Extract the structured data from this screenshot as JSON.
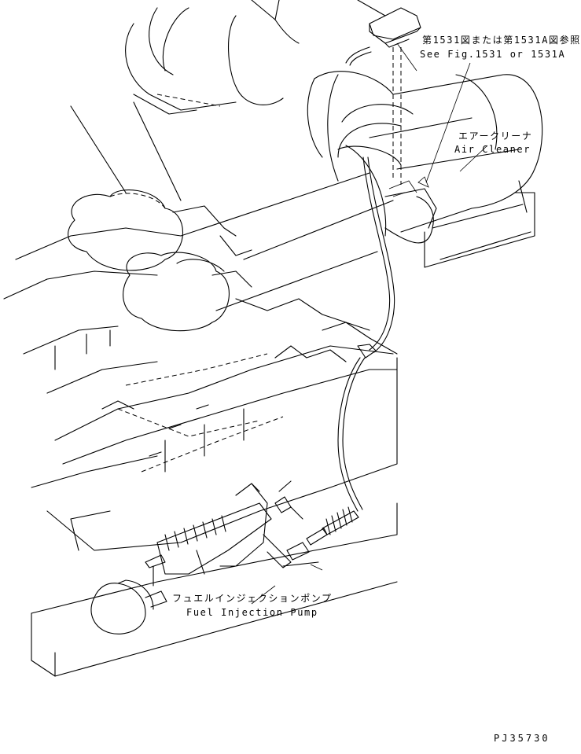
{
  "callouts": {
    "ref_ja": "第1531図または第1531A図参照",
    "ref_en": "See Fig.1531 or 1531A",
    "air_cleaner_ja": "エアークリーナ",
    "air_cleaner_en": "Air Cleaner",
    "pump_ja": "フュエルインジェクションポンプ",
    "pump_en": "Fuel Injection Pump"
  },
  "drawing_number": "PJ35730"
}
